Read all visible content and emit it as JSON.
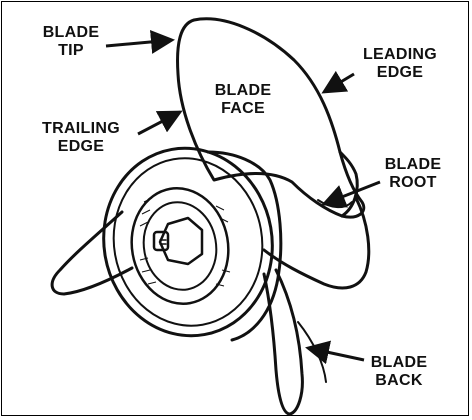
{
  "labels": {
    "blade_tip": {
      "line1": "BLADE",
      "line2": "TIP"
    },
    "leading_edge": {
      "line1": "LEADING",
      "line2": "EDGE"
    },
    "blade_face": {
      "line1": "BLADE",
      "line2": "FACE"
    },
    "trailing_edge": {
      "line1": "TRAILING",
      "line2": "EDGE"
    },
    "blade_root": {
      "line1": "BLADE",
      "line2": "ROOT"
    },
    "blade_back": {
      "line1": "BLADE",
      "line2": "BACK"
    }
  },
  "colors": {
    "ink": "#111111",
    "paper": "#ffffff"
  }
}
